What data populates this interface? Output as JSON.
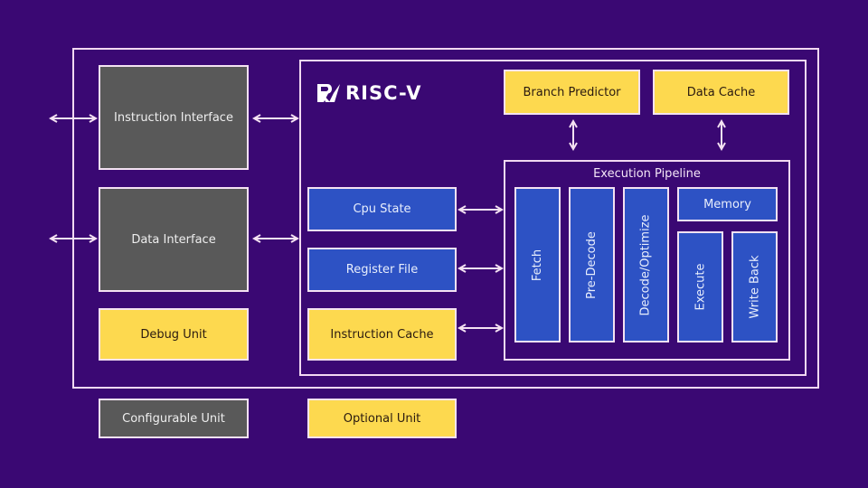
{
  "logo": {
    "icon": "risc-v-logo-icon",
    "text": "RISC-V"
  },
  "external": {
    "instruction_interface": "Instruction Interface",
    "data_interface": "Data Interface",
    "debug_unit": "Debug Unit"
  },
  "core": {
    "branch_predictor": "Branch Predictor",
    "data_cache": "Data Cache",
    "cpu_state": "Cpu State",
    "register_file": "Register File",
    "instruction_cache": "Instruction Cache"
  },
  "pipeline": {
    "title": "Execution Pipeline",
    "stages": {
      "fetch": "Fetch",
      "pre_decode": "Pre-Decode",
      "decode_optimize": "Decode/Optimize",
      "memory": "Memory",
      "execute": "Execute",
      "write_back": "Write Back"
    }
  },
  "legend": {
    "configurable": "Configurable Unit",
    "optional": "Optional Unit"
  },
  "colors": {
    "background": "#3a0873",
    "configurable": "#595959",
    "optional": "#fdd94f",
    "core_unit": "#2d52c4",
    "border": "#f4e2f2"
  }
}
